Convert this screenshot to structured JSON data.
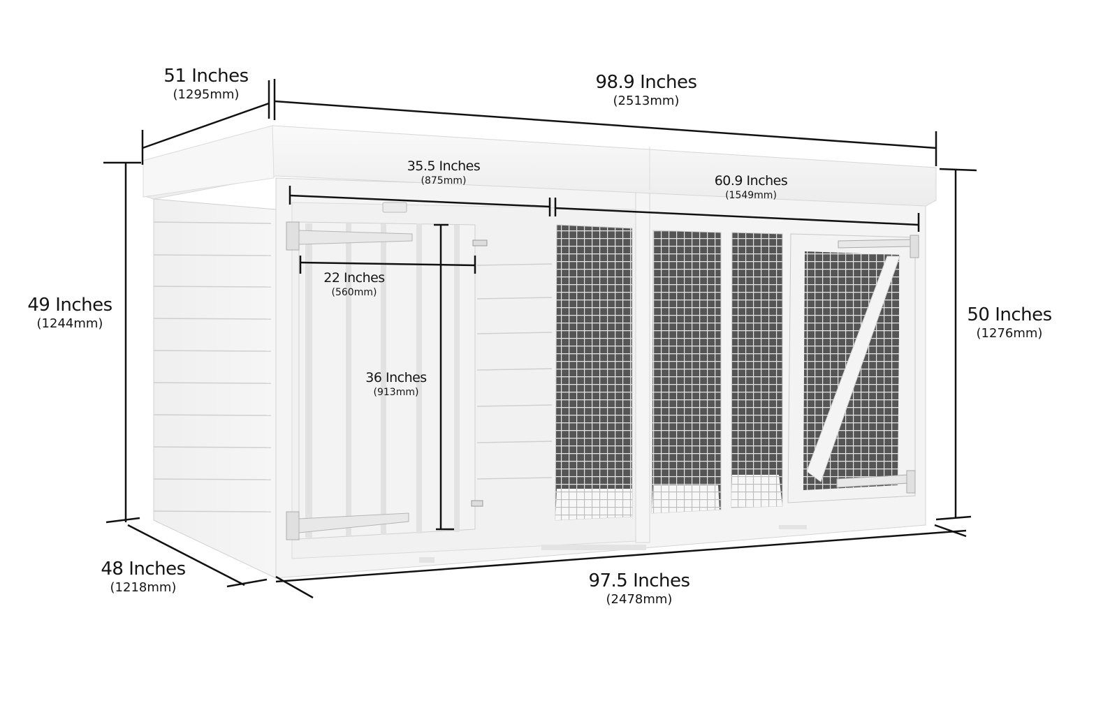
{
  "product": {
    "name": "Dog kennel with enclosed run",
    "color": "#f2f2f2",
    "mesh_color": "#5a5a5a",
    "dimension_line_color": "#111111"
  },
  "dimensions": {
    "roof_depth": {
      "label": "51 Inches",
      "metric": "(1295mm)"
    },
    "roof_width": {
      "label": "98.9 Inches",
      "metric": "(2513mm)"
    },
    "kennel_section": {
      "label": "35.5 Inches",
      "metric": "(875mm)"
    },
    "run_section": {
      "label": "60.9  Inches",
      "metric": "(1549mm)"
    },
    "door_width": {
      "label": "22 Inches",
      "metric": "(560mm)"
    },
    "door_height": {
      "label": "36 Inches",
      "metric": "(913mm)"
    },
    "back_height": {
      "label": "49 Inches",
      "metric": "(1244mm)"
    },
    "front_height": {
      "label": "50 Inches",
      "metric": "(1276mm)"
    },
    "base_depth": {
      "label": "48 Inches",
      "metric": "(1218mm)"
    },
    "base_width": {
      "label": "97.5 Inches",
      "metric": "(2478mm)"
    }
  }
}
